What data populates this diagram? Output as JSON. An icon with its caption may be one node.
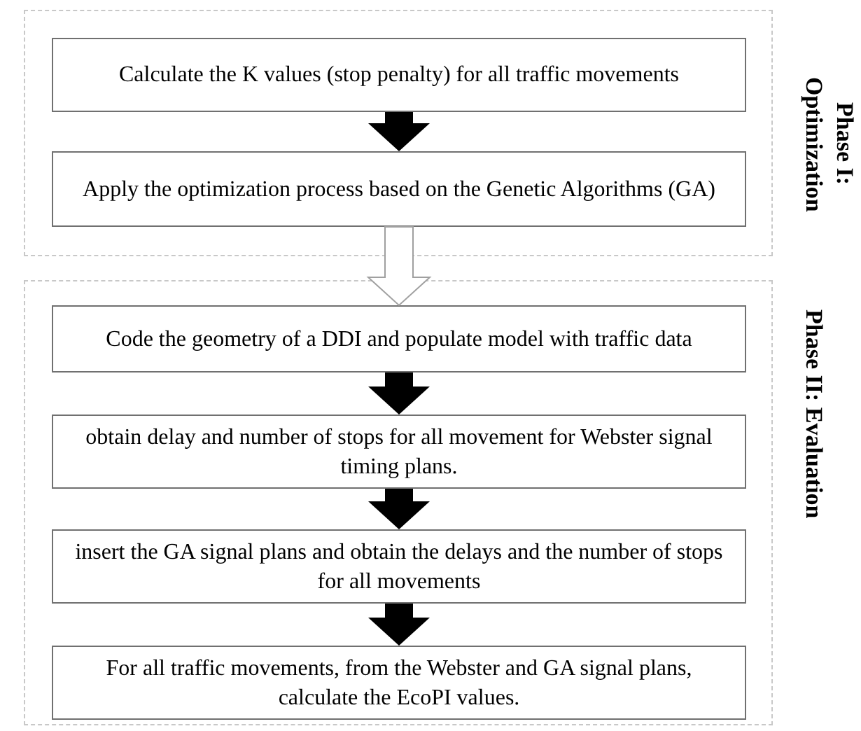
{
  "diagram": {
    "nodes": [
      {
        "text": [
          "Phase I: Optimization"
        ]
      },
      {
        "text": [
          "Calculate the K values (stop penalty) for all traffic movements"
        ],
        "in": 0
      },
      {
        "text": [
          "Apply the optimization process based on the Genetic Algorithms (GA)"
        ],
        "in": 0
      },
      {
        "text": [
          "Phase II: Evaluation"
        ]
      },
      {
        "text": [
          "Code the geometry of a DDI and populate model with traffic data"
        ],
        "in": 3
      },
      {
        "text": [
          "obtain delay and number of stops for all movement for Webster signal timing plans."
        ],
        "in": 3
      },
      {
        "text": [
          "insert the GA signal plans and obtain the delays and the number of stops for all movements"
        ],
        "in": 3
      },
      {
        "text": [
          "For all traffic movements, from the Webster and GA signal plans, calculate the EcoPI values."
        ],
        "in": 3
      }
    ],
    "edges": [
      {
        "from": 1,
        "to": 2,
        "arrow": "to"
      },
      {
        "from": 2,
        "to": 4,
        "arrow": "to",
        "color": "#ffffff"
      },
      {
        "from": 4,
        "to": 5,
        "arrow": "to"
      },
      {
        "from": 5,
        "to": 6,
        "arrow": "to"
      },
      {
        "from": 6,
        "to": 7,
        "arrow": "to"
      }
    ]
  }
}
